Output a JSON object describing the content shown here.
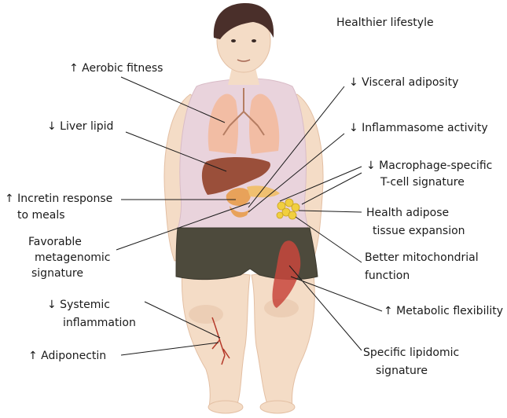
{
  "heading": "Healthier lifestyle",
  "labels": {
    "aerobic": "↑ Aerobic fitness",
    "liver": "↓ Liver lipid",
    "incretin_1": "↑ Incretin response",
    "incretin_2": "to meals",
    "metagenomic_1": "Favorable",
    "metagenomic_2": "metagenomic",
    "metagenomic_3": "signature",
    "systemic_1": "↓ Systemic",
    "systemic_2": "inflammation",
    "adiponectin": "↑ Adiponectin",
    "visceral": "↓ Visceral adiposity",
    "inflammasome": "↓ Inflammasome activity",
    "macrophage_1": "↓ Macrophage-specific",
    "macrophage_2": "T-cell signature",
    "adipose_1": "Health adipose",
    "adipose_2": "tissue expansion",
    "mito_1": "Better mitochondrial",
    "mito_2": "function",
    "metabolic": "↑ Metabolic flexibility",
    "lipidomic_1": "Specific lipidomic",
    "lipidomic_2": "signature"
  },
  "colors": {
    "skin": "#f4dcc6",
    "skin_shadow": "#e3bfa3",
    "hair": "#4a2f2a",
    "tank_top": "#e9d3dc",
    "shorts": "#4d4a3c",
    "lung": "#f3b99a",
    "liver": "#9a4f3a",
    "intestine": "#e8a25a",
    "fat": "#f1cf3f",
    "muscle": "#c8463c",
    "vein": "#b53a2a",
    "line": "#1a1a1a"
  },
  "icons": [
    "lungs-icon",
    "liver-icon",
    "intestine-icon",
    "adipose-icon",
    "muscle-icon",
    "vein-icon"
  ]
}
